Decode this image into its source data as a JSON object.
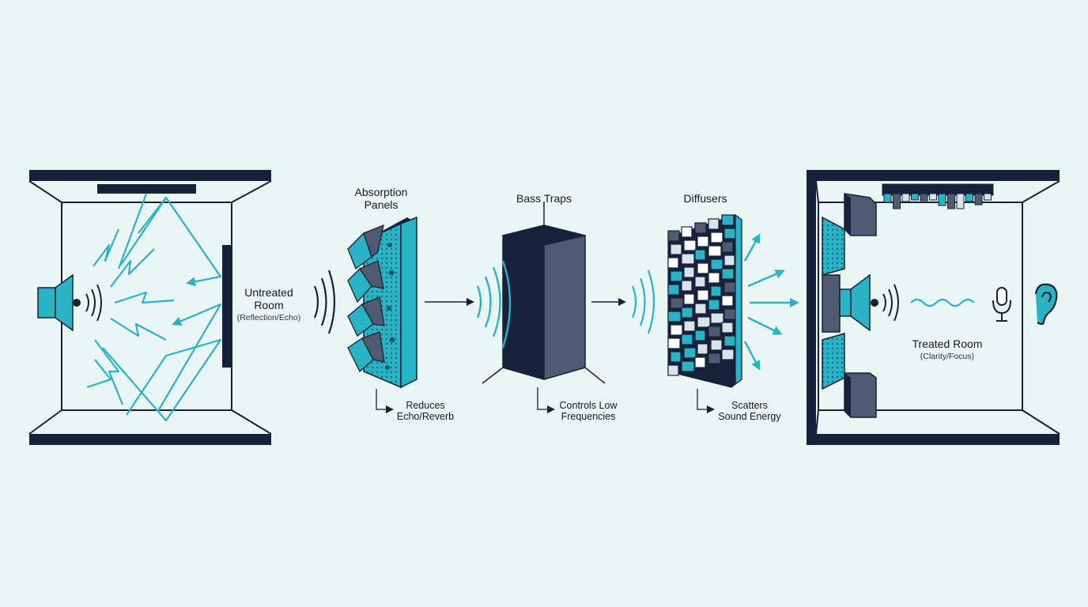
{
  "colors": {
    "background": "#eaf6f3",
    "navy": "#18213a",
    "teal": "#2ab3c4",
    "slate": "#4f5b70"
  },
  "stages": {
    "untreated": {
      "title_line1": "Untreated",
      "title_line2": "Room",
      "subtitle": "(Reflection/Echo)"
    },
    "absorption": {
      "title_line1": "Absorption",
      "title_line2": "Panels",
      "caption_line1": "Reduces",
      "caption_line2": "Echo/Reverb"
    },
    "bass_traps": {
      "title": "Bass Traps",
      "caption_line1": "Controls Low",
      "caption_line2": "Frequencies"
    },
    "diffusers": {
      "title": "Diffusers",
      "caption_line1": "Scatters",
      "caption_line2": "Sound Energy"
    },
    "treated": {
      "title": "Treated Room",
      "subtitle": "(Clarity/Focus)"
    }
  },
  "icons": [
    "speaker-icon",
    "sound-wave-icon",
    "arrow-right-icon",
    "microphone-icon",
    "ear-icon"
  ]
}
